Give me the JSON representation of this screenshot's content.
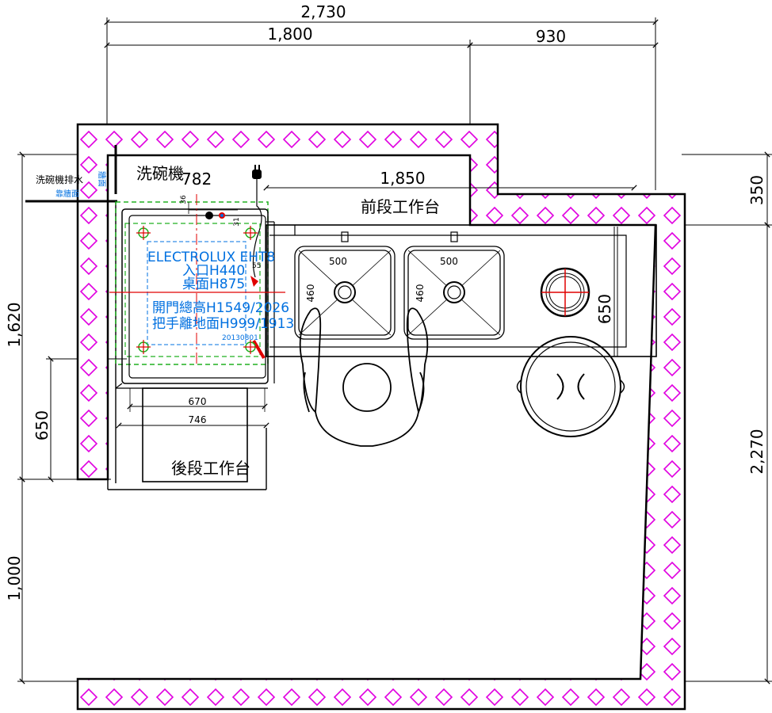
{
  "colors": {
    "line": "#000000",
    "hatch": "#e000e0",
    "spec_text": "#0070e0",
    "green": "#20b020",
    "red": "#e00000"
  },
  "dimensions": {
    "total_width": "2,730",
    "left_width": "1,800",
    "right_width": "930",
    "left_height": "1,620",
    "right_upper_height": "350",
    "right_lower_height": "2,270",
    "lower_left_height": "1,000",
    "back_table_height": "650",
    "front_table_width": "1,850",
    "front_table_depth": "650",
    "dishwasher_width": "782",
    "sink1_width": "500",
    "sink1_depth": "460",
    "sink2_width": "500",
    "sink2_depth": "460",
    "back_table_inner": "670",
    "back_table_outer": "746",
    "small_36": "36",
    "small_31": "31",
    "small_55": "55"
  },
  "labels": {
    "dishwasher": "洗碗機",
    "front_table": "前段工作台",
    "back_table": "後段工作台",
    "drain_note": "洗碗機排水",
    "drain_note_sub": "靠牆面",
    "wall_note": "牆面"
  },
  "spec": {
    "model": "ELECTROLUX EHT8",
    "inlet": "入口H440",
    "table_height": "桌面H875",
    "door_height": "開門總高H1549/2026",
    "handle_height": "把手離地面H999/1913",
    "date": "20130801"
  }
}
